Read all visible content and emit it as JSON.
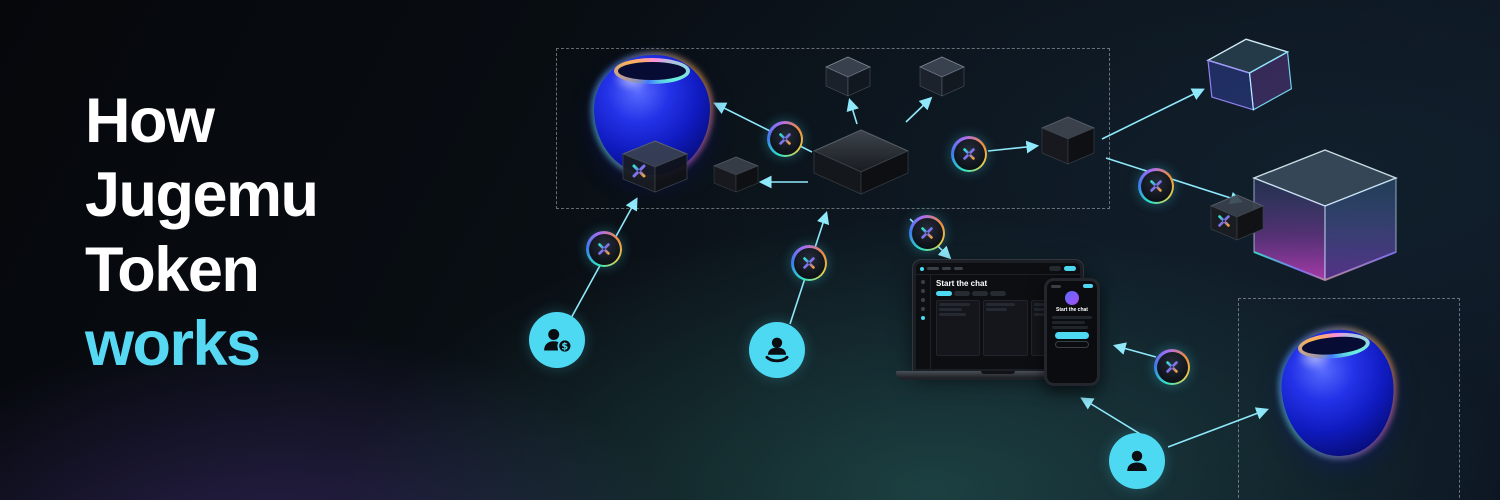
{
  "banner": {
    "title": {
      "line1": "How",
      "line2": "Jugemu",
      "line3": "Token",
      "line4": "works"
    }
  },
  "laptop": {
    "screen_title": "Start the chat"
  },
  "phone": {
    "screen_title": "Start the chat"
  },
  "colors": {
    "background": "#070a0f",
    "accent_cyan": "#57d9f4",
    "arrow_cyan": "#8fe9fb",
    "glow_teal": "#2e6f6a",
    "glow_purple": "#6f49c0",
    "bowl_blue": "#1c2ae0",
    "token_ring_teal": "#2ee6c8",
    "token_ring_purple": "#a86cf5",
    "token_ring_orange": "#f08c3c",
    "glass_magenta": "#e24de2",
    "user_icon_bg": "#4ed9f2"
  },
  "icons": {
    "token": "token-x-icon",
    "user_dollar": "user-dollar-icon",
    "user_hand": "user-offer-icon",
    "user": "user-icon",
    "arrow": "flow-arrow"
  }
}
